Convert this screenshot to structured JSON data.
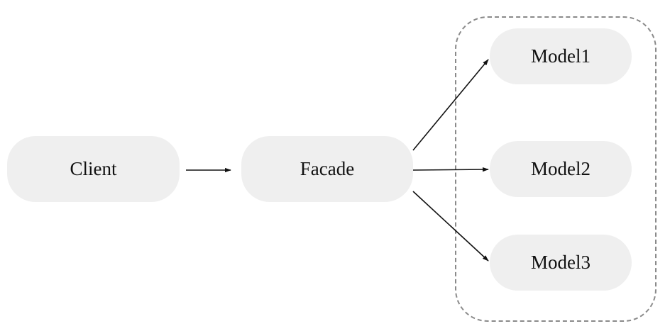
{
  "nodes": {
    "client": "Client",
    "facade": "Facade",
    "model1": "Model1",
    "model2": "Model2",
    "model3": "Model3"
  },
  "colors": {
    "node_fill": "#efefef",
    "arrow": "#111111",
    "group_border": "#8a8a8a"
  }
}
